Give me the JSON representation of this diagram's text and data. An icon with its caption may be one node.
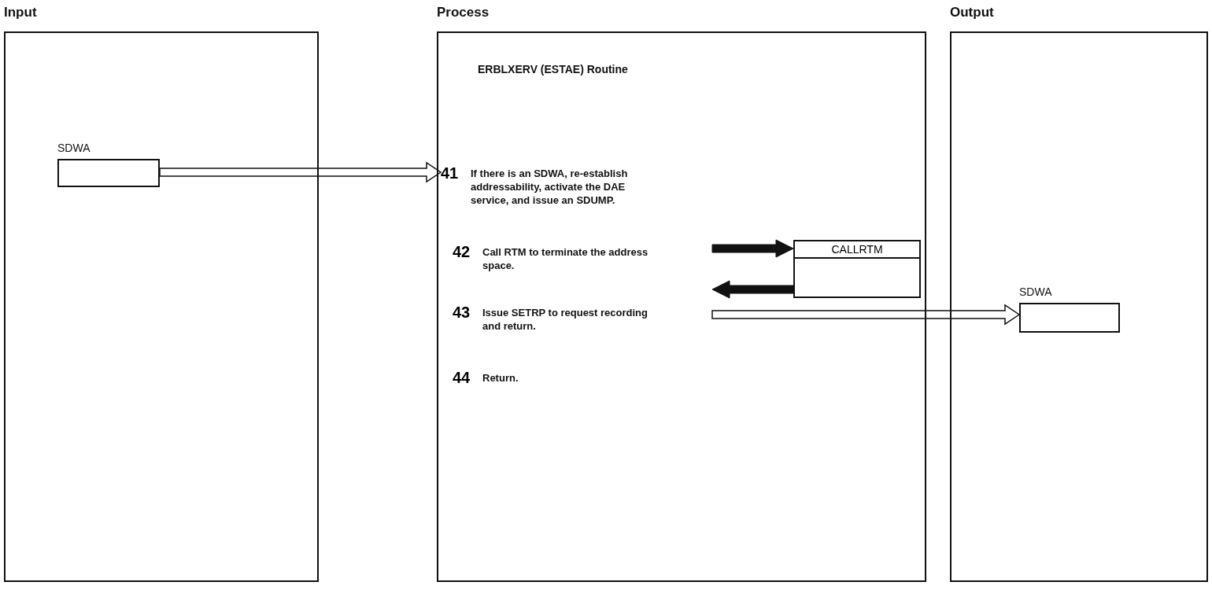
{
  "diagram": {
    "nodes": [
      {
        "text": [
          "Input"
        ]
      },
      {
        "text": [
          "SDWA"
        ],
        "in": 0
      },
      {
        "text": [
          "Process",
          "ERBLXERV (ESTAE) Routine"
        ]
      },
      {
        "text": [
          "41",
          "If there is an SDWA, re-establish addressability, activate the DAE service, and issue an SDUMP."
        ],
        "in": 2
      },
      {
        "text": [
          "42",
          "Call RTM to terminate the address space."
        ],
        "in": 2
      },
      {
        "text": [
          "CALLRTM"
        ],
        "in": 2
      },
      {
        "text": [
          "43",
          "Issue SETRP to request recording and return."
        ],
        "in": 2
      },
      {
        "text": [
          "44",
          "Return."
        ],
        "in": 2
      },
      {
        "text": [
          "Output"
        ]
      },
      {
        "text": [
          "SDWA"
        ],
        "in": 8
      }
    ],
    "edges": [
      {
        "from": 1,
        "to": 3,
        "arrow": "to"
      },
      {
        "from": 4,
        "to": 5,
        "arrow": "to",
        "style": "thick"
      },
      {
        "from": 5,
        "to": 4,
        "arrow": "to",
        "style": "thick"
      },
      {
        "from": 6,
        "to": 9,
        "arrow": "to"
      }
    ]
  }
}
